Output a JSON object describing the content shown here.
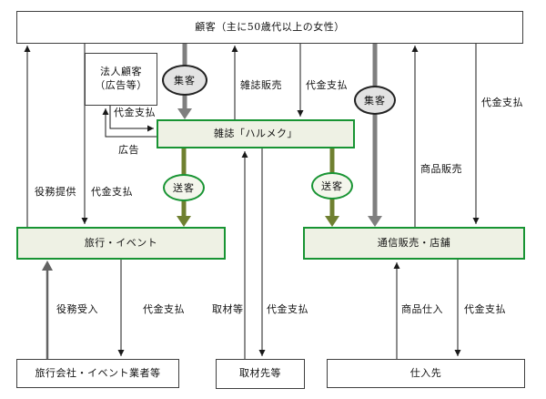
{
  "nodes": {
    "customer": {
      "label": "顧客（主に50歳代以上の女性）"
    },
    "corporate": {
      "line1": "法人顧客",
      "line2": "（広告等）"
    },
    "magazine": {
      "label": "雑誌「ハルメク」"
    },
    "travel": {
      "label": "旅行・イベント"
    },
    "retail": {
      "label": "通信販売・店舗"
    },
    "travel_vendors": {
      "label": "旅行会社・イベント業者等"
    },
    "coverage_sources": {
      "label": "取材先等"
    },
    "suppliers": {
      "label": "仕入先"
    }
  },
  "ovals": {
    "attract_left": "集客",
    "attract_right": "集客",
    "send_left": "送客",
    "send_right": "送客"
  },
  "edge_labels": {
    "service_provision": "役務提供",
    "payment_left_top": "代金支払",
    "ad_payment": "代金支払",
    "advertising": "広告",
    "magazine_sales": "雑誌販売",
    "magazine_payment": "代金支払",
    "retail_payment_top": "代金支払",
    "product_sales": "商品販売",
    "service_receipt": "役務受入",
    "travel_vendor_payment": "代金支払",
    "coverage": "取材等",
    "coverage_payment": "代金支払",
    "product_purchase": "商品仕入",
    "supplier_payment": "代金支払"
  },
  "colors": {
    "green_border": "#189433",
    "green_fill": "#eef1e4",
    "gray_arrow": "#7f7f7f",
    "gray_dark": "#636363",
    "olive_arrow": "#6f8030",
    "oval_gray_fill": "#e3e3e3",
    "oval_green_fill": "#f4f6ec",
    "line_black": "#1a1a1a",
    "box_border": "#3f3f3f"
  }
}
